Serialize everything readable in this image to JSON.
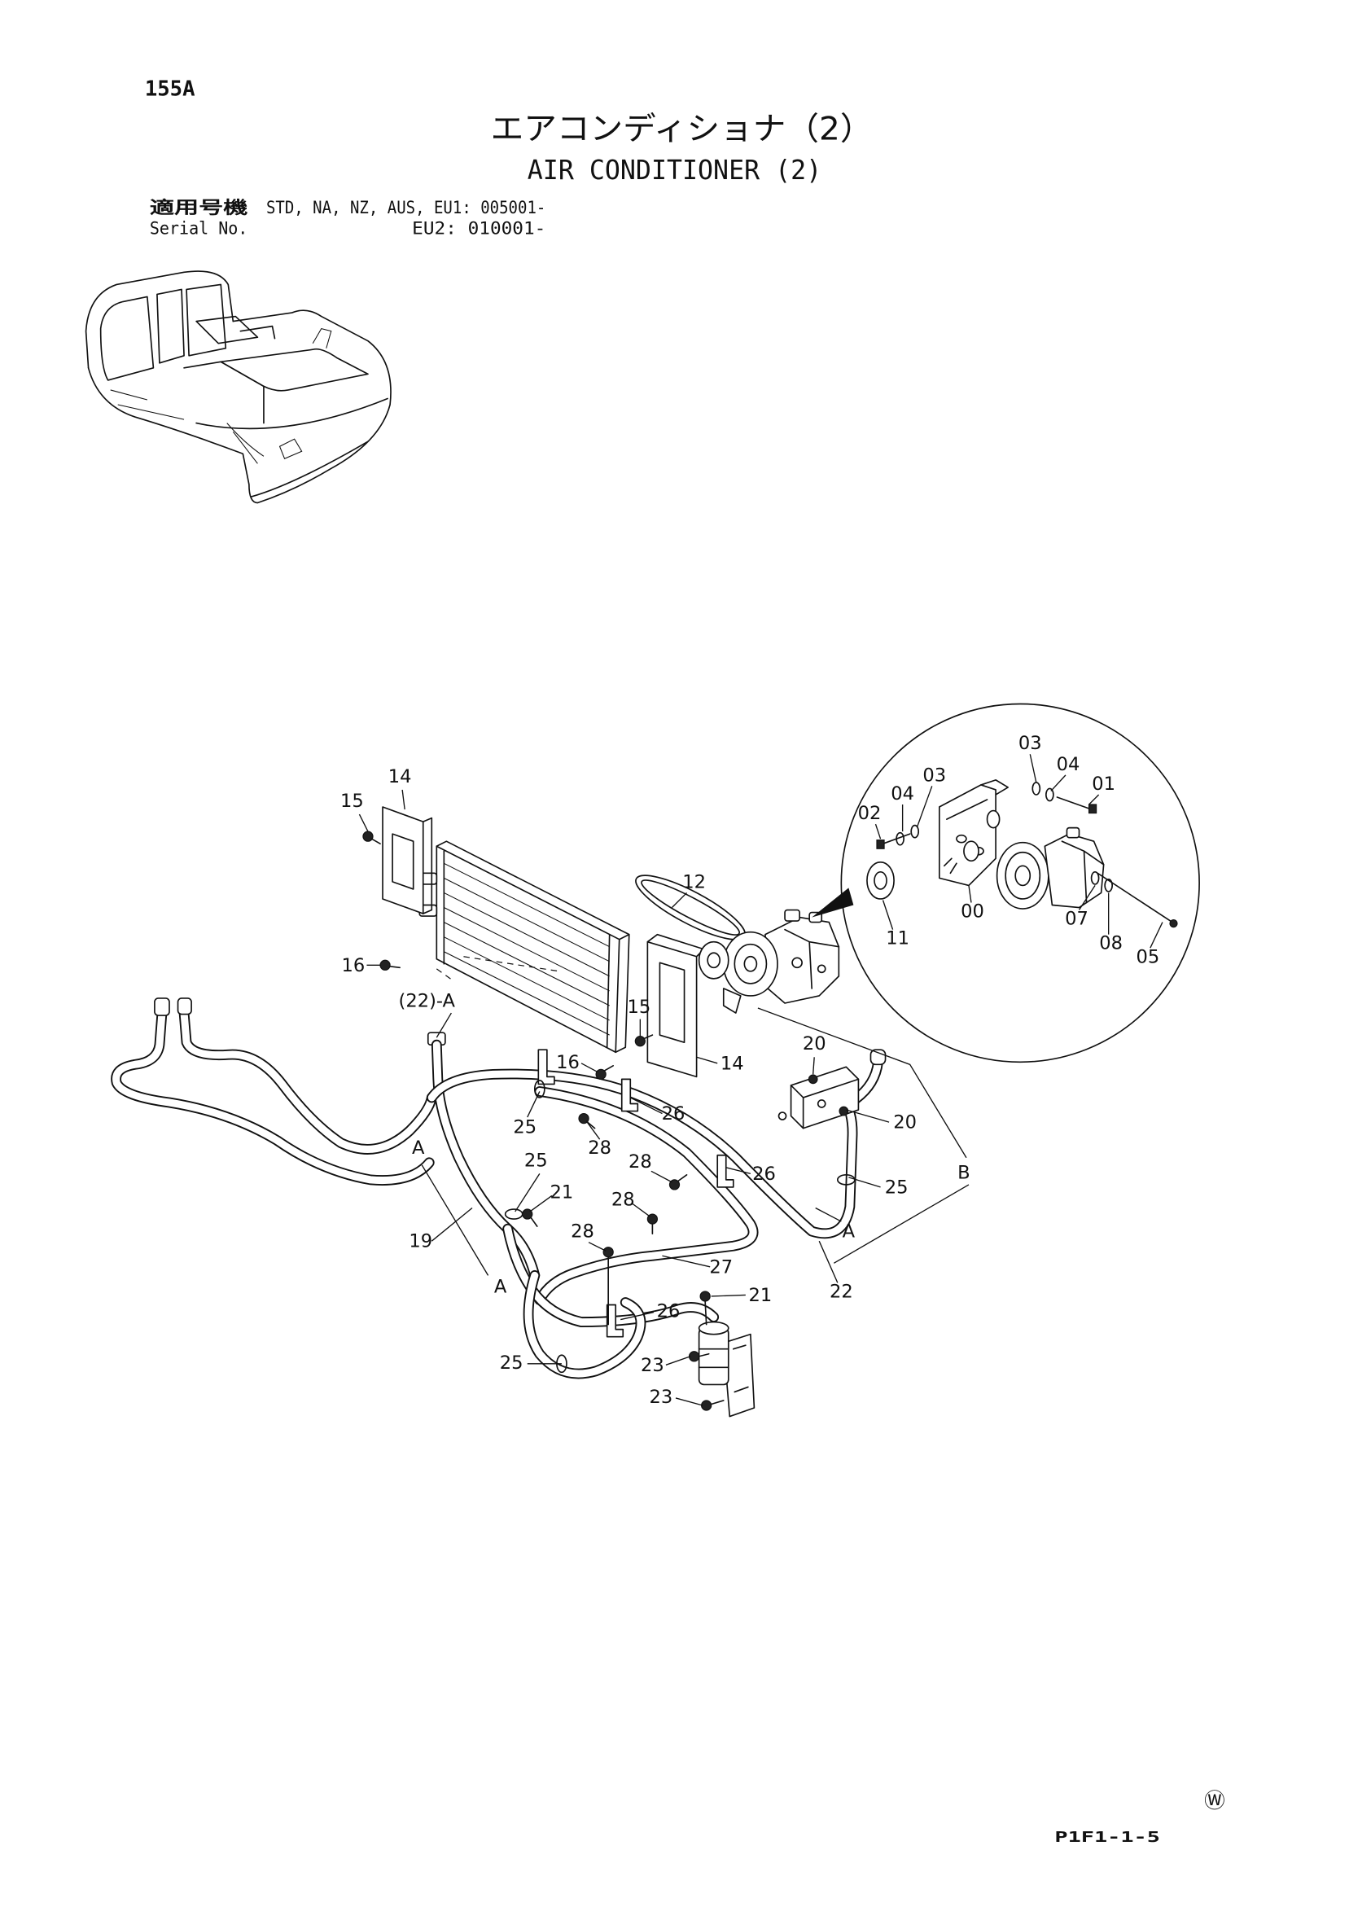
{
  "header": {
    "page_number": "155A",
    "title_jp": "エアコンディショナ（2）",
    "title_en": "AIR CONDITIONER (2)"
  },
  "applicability": {
    "label_jp": "適用号機",
    "label_en": "Serial No.",
    "line1": "STD, NA, NZ, AUS, EU1: 005001-",
    "line2": "EU2: 010001-"
  },
  "callouts": [
    "15",
    "14",
    "16",
    "(22)-A",
    "12",
    "15",
    "16",
    "14",
    "20",
    "20",
    "B",
    "25",
    "A",
    "22",
    "26",
    "28",
    "28",
    "26",
    "28",
    "25",
    "25",
    "A",
    "21",
    "19",
    "28",
    "27",
    "A",
    "21",
    "26",
    "25",
    "23",
    "23"
  ],
  "detail_callouts": [
    "03",
    "04",
    "01",
    "03",
    "04",
    "02",
    "00",
    "11",
    "07",
    "08",
    "05"
  ],
  "footer": {
    "mark": "Ⓦ",
    "code": "P1F1-1-5"
  }
}
